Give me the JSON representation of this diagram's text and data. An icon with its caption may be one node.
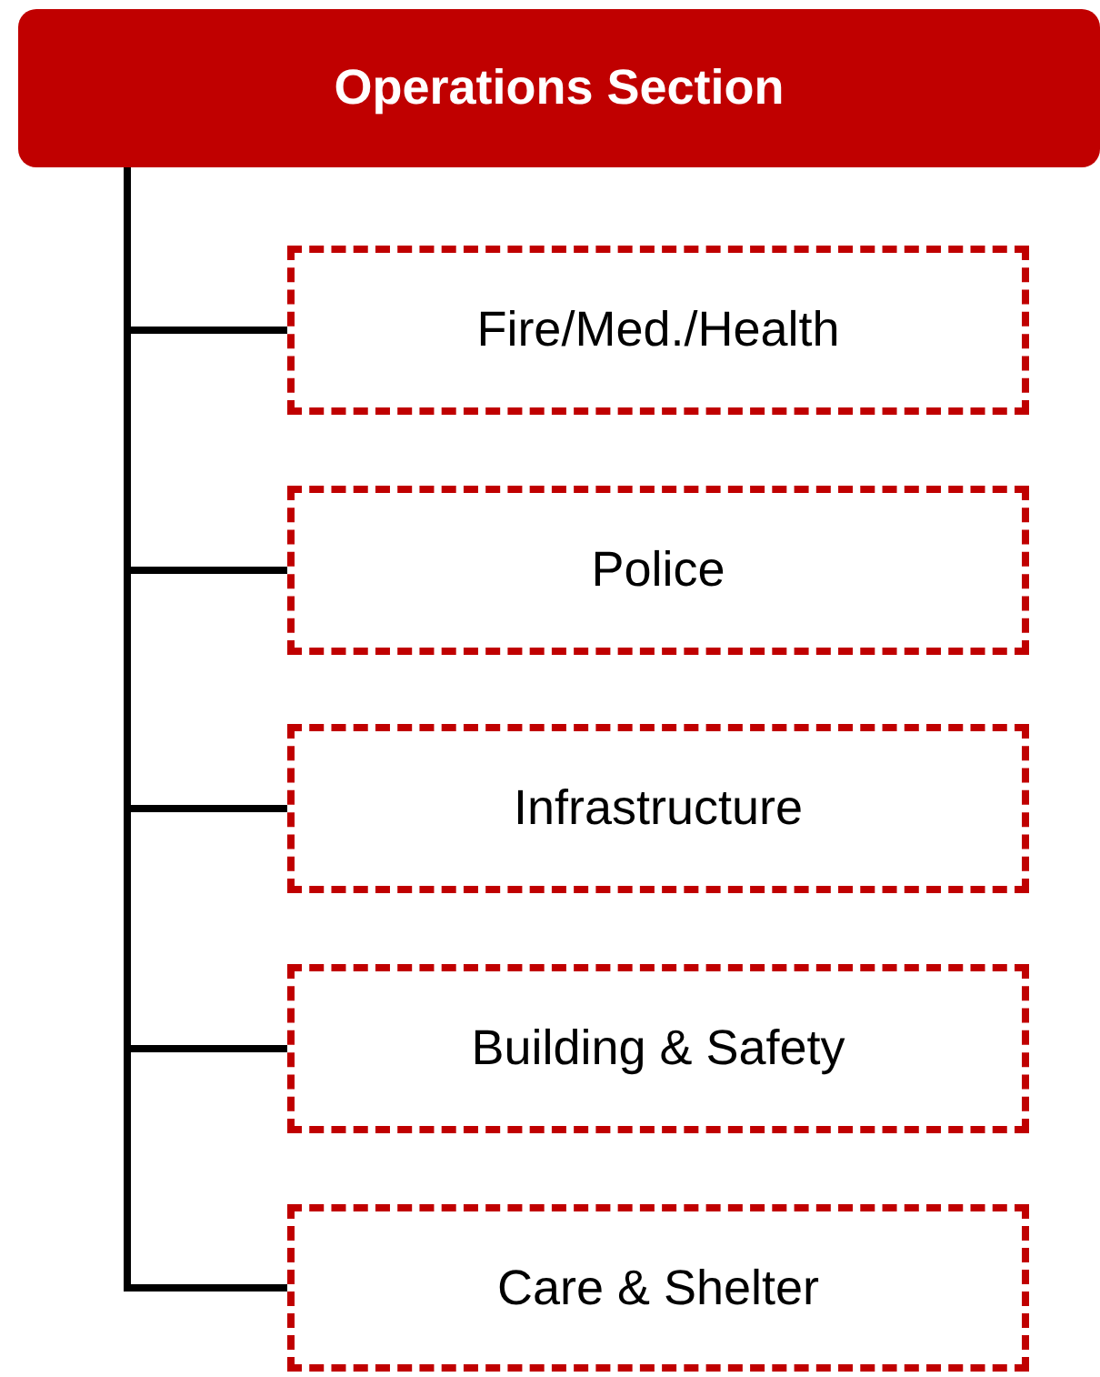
{
  "diagram": {
    "nodes": [
      {
        "text": [
          "Operations Section"
        ]
      },
      {
        "text": [
          "Fire/Med./Health"
        ]
      },
      {
        "text": [
          "Police"
        ]
      },
      {
        "text": [
          "Infrastructure"
        ]
      },
      {
        "text": [
          "Building & Safety"
        ]
      },
      {
        "text": [
          "Care & Shelter"
        ]
      }
    ],
    "edges": [
      {
        "from": 0,
        "to": 1,
        "arrow": "none"
      },
      {
        "from": 0,
        "to": 2,
        "arrow": "none"
      },
      {
        "from": 0,
        "to": 3,
        "arrow": "none"
      },
      {
        "from": 0,
        "to": 4,
        "arrow": "none"
      },
      {
        "from": 0,
        "to": 5,
        "arrow": "none"
      }
    ]
  }
}
